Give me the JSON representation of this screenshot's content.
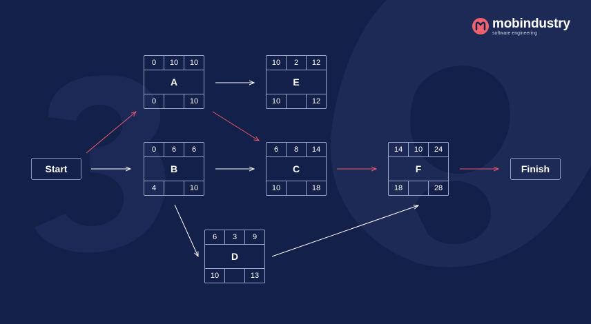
{
  "logo": {
    "name": "mobindustry",
    "tagline": "software engineering",
    "brand_color": "#f0626e"
  },
  "colors": {
    "background": "#13204a",
    "critical_path": "#e8596a",
    "normal_path": "#ffffff"
  },
  "start_label": "Start",
  "finish_label": "Finish",
  "nodes": {
    "A": {
      "name": "A",
      "es": "0",
      "dur": "10",
      "ef": "10",
      "ls": "0",
      "slack": "",
      "lf": "10"
    },
    "E": {
      "name": "E",
      "es": "10",
      "dur": "2",
      "ef": "12",
      "ls": "10",
      "slack": "",
      "lf": "12"
    },
    "B": {
      "name": "B",
      "es": "0",
      "dur": "6",
      "ef": "6",
      "ls": "4",
      "slack": "",
      "lf": "10"
    },
    "C": {
      "name": "C",
      "es": "6",
      "dur": "8",
      "ef": "14",
      "ls": "10",
      "slack": "",
      "lf": "18"
    },
    "F": {
      "name": "F",
      "es": "14",
      "dur": "10",
      "ef": "24",
      "ls": "18",
      "slack": "",
      "lf": "28"
    },
    "D": {
      "name": "D",
      "es": "6",
      "dur": "3",
      "ef": "9",
      "ls": "10",
      "slack": "",
      "lf": "13"
    }
  },
  "edges": [
    {
      "from": "Start",
      "to": "A",
      "critical": true
    },
    {
      "from": "Start",
      "to": "B",
      "critical": false
    },
    {
      "from": "A",
      "to": "E",
      "critical": false
    },
    {
      "from": "A",
      "to": "C",
      "critical": true
    },
    {
      "from": "B",
      "to": "C",
      "critical": false
    },
    {
      "from": "B",
      "to": "D",
      "critical": false
    },
    {
      "from": "C",
      "to": "F",
      "critical": true
    },
    {
      "from": "D",
      "to": "F",
      "critical": false
    },
    {
      "from": "F",
      "to": "Finish",
      "critical": true
    }
  ]
}
